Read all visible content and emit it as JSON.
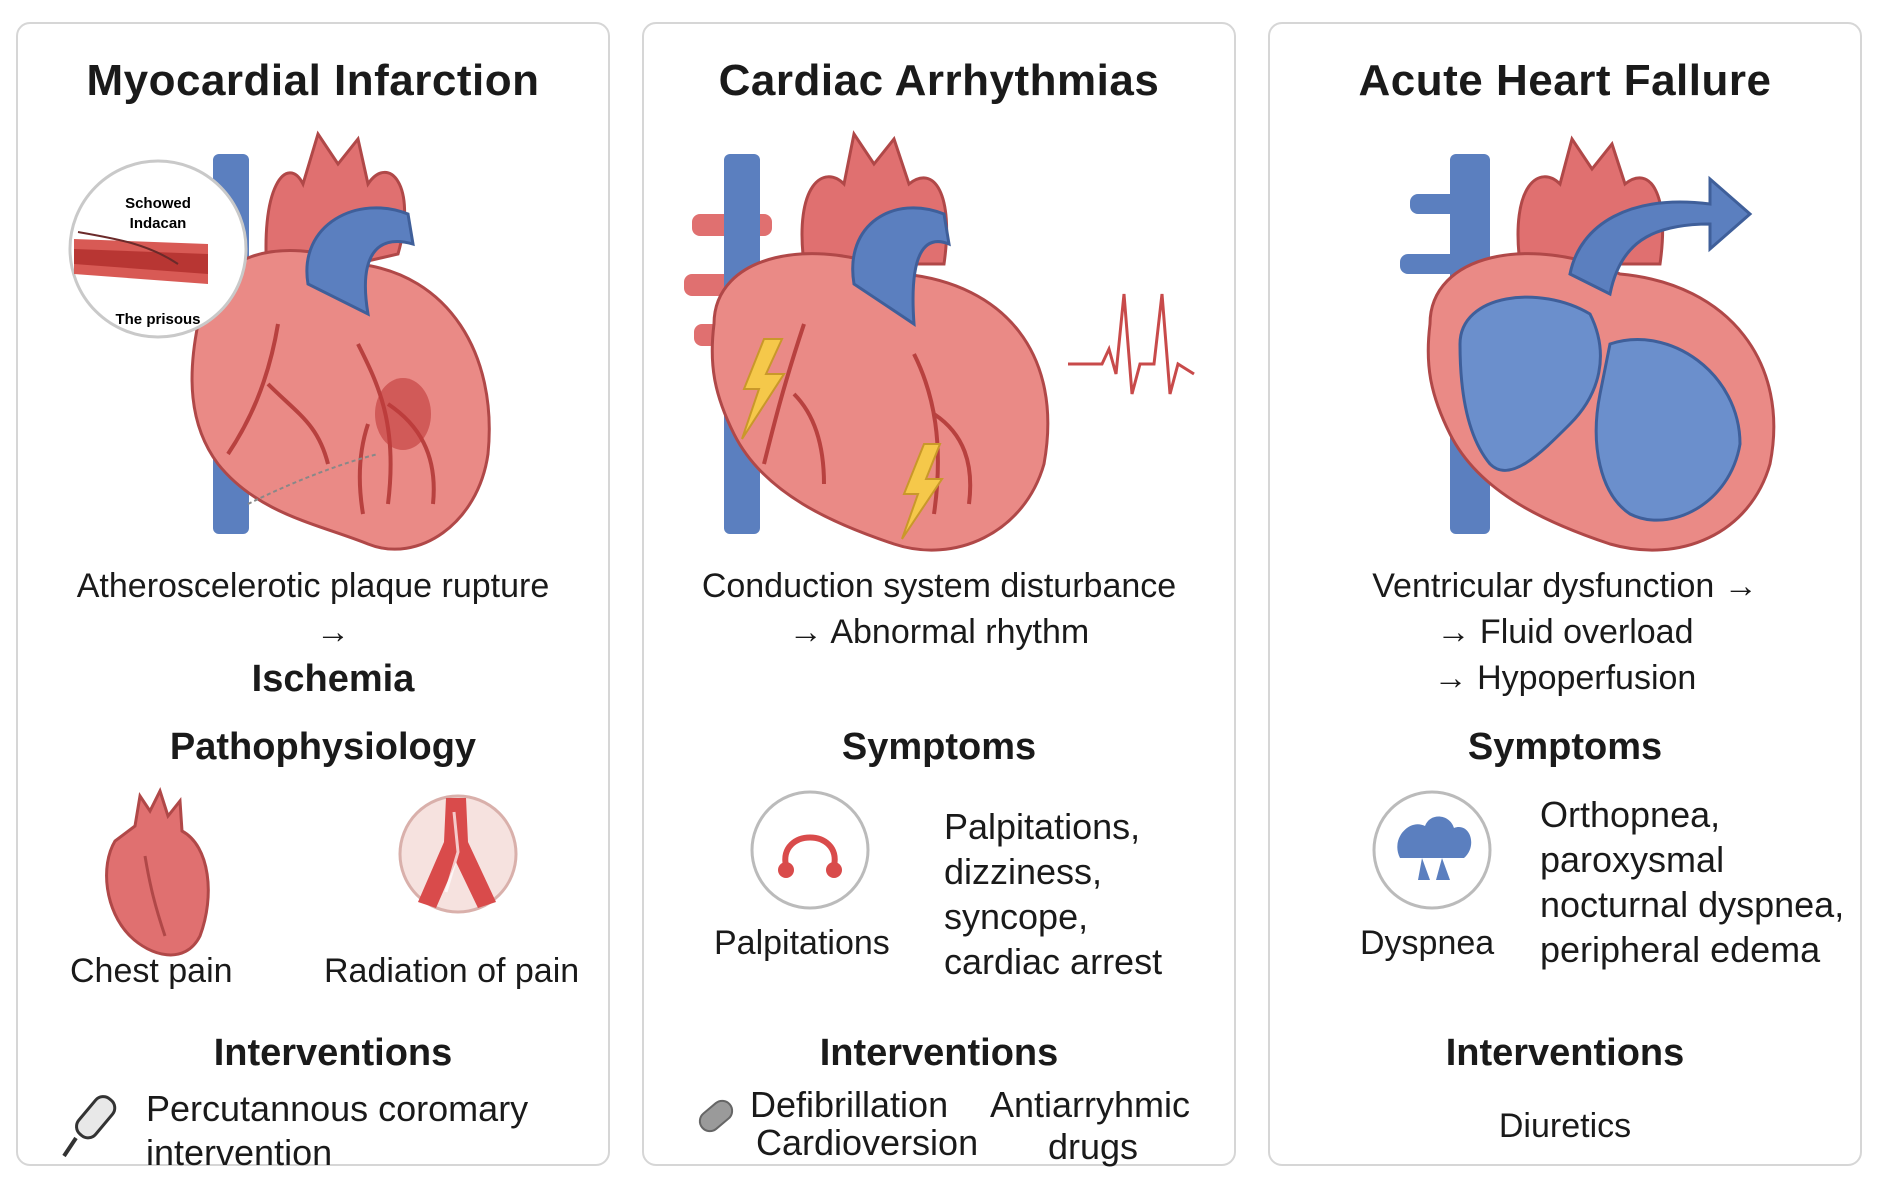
{
  "panels": [
    {
      "title": "Myocardial Infarction",
      "inset_lines": [
        "Schowed",
        "Indacan",
        "The prisous"
      ],
      "mechanism": [
        "Atheroscelerotic plaque rupture",
        "→"
      ],
      "mechanism_bold": "Ischemia",
      "section_heading": "Pathophysiology",
      "symptom_icons": [
        {
          "icon": "heart-icon",
          "label": "Chest pain"
        },
        {
          "icon": "artery-icon",
          "label": "Radiation of pain"
        }
      ],
      "interventions_heading": "Interventions",
      "intervention_icon": "catheter-icon",
      "interventions": [
        "Percutannous coromary",
        "intervention"
      ]
    },
    {
      "title": "Cardiac Arrhythmias",
      "mechanism": [
        "Conduction system disturbance",
        "→ Abnormal rhythm"
      ],
      "section_heading": "Symptoms",
      "symptom_icon": "palpitations-icon",
      "symptom_label": "Palpitations",
      "symptom_list": [
        "Palpitations,",
        "dizziness,",
        "syncope,",
        "cardiac arrest"
      ],
      "interventions_heading": "Interventions",
      "intervention_icon": "pill-icon",
      "interventions_col1": [
        "Defibrillation",
        "Cardioversion"
      ],
      "interventions_col2": [
        "Antiarryhmic",
        "drugs"
      ]
    },
    {
      "title": "Acute Heart Fallure",
      "mechanism": [
        "Ventricular dysfunction →",
        "→ Fluid overload",
        "→ Hypoperfusion"
      ],
      "section_heading": "Symptoms",
      "symptom_icon": "lungs-icon",
      "symptom_label": "Dyspnea",
      "symptom_list": [
        "Orthopnea,",
        "paroxysmal",
        "nocturnal dyspnea,",
        "peripheral edema"
      ],
      "interventions_heading": "Interventions",
      "interventions": [
        "Diuretics"
      ]
    }
  ],
  "colors": {
    "heart_red": "#e07070",
    "heart_dark": "#c84a4a",
    "vessel_blue": "#5b7fbf",
    "bolt_yellow": "#f5c84a",
    "border": "#d6d6d6"
  }
}
